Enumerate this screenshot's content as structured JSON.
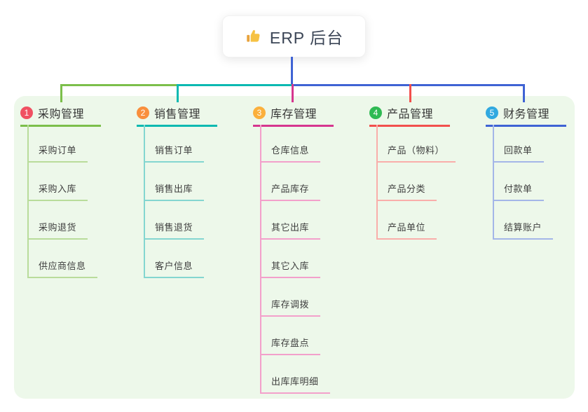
{
  "root_node": {
    "icon": "thumbs-up-icon",
    "title": "ERP 后台"
  },
  "branches": [
    {
      "num": "1",
      "title": "采购管理",
      "badge_color": "#f05062",
      "line_color": "#7cbf4b",
      "light_color": "#b9dc9b",
      "items": [
        "采购订单",
        "采购入库",
        "采购退货",
        "供应商信息"
      ]
    },
    {
      "num": "2",
      "title": "销售管理",
      "badge_color": "#f98f3d",
      "line_color": "#0bb9b1",
      "light_color": "#84d6d0",
      "items": [
        "销售订单",
        "销售出库",
        "销售退货",
        "客户信息"
      ]
    },
    {
      "num": "3",
      "title": "库存管理",
      "badge_color": "#fbb03c",
      "line_color": "#d6368f",
      "light_color": "#f3a0cb",
      "items": [
        "仓库信息",
        "产品库存",
        "其它出库",
        "其它入库",
        "库存调拨",
        "库存盘点",
        "出库库明细"
      ]
    },
    {
      "num": "4",
      "title": "产品管理",
      "badge_color": "#2fba53",
      "line_color": "#f2504d",
      "light_color": "#f9aeaa",
      "items": [
        "产品（物料）",
        "产品分类",
        "产品单位"
      ]
    },
    {
      "num": "5",
      "title": "财务管理",
      "badge_color": "#31a9e0",
      "line_color": "#3f63d4",
      "light_color": "#a4b6e8",
      "items": [
        "回款单",
        "付款单",
        "结算账户"
      ]
    }
  ],
  "canvas": {
    "page_bg": "#ffffff",
    "panel_bg": "#edf8ea",
    "root_text_color": "#3b4556",
    "thumb_color": "#f6c244",
    "thumb_cuff_color": "#e8a33d"
  }
}
